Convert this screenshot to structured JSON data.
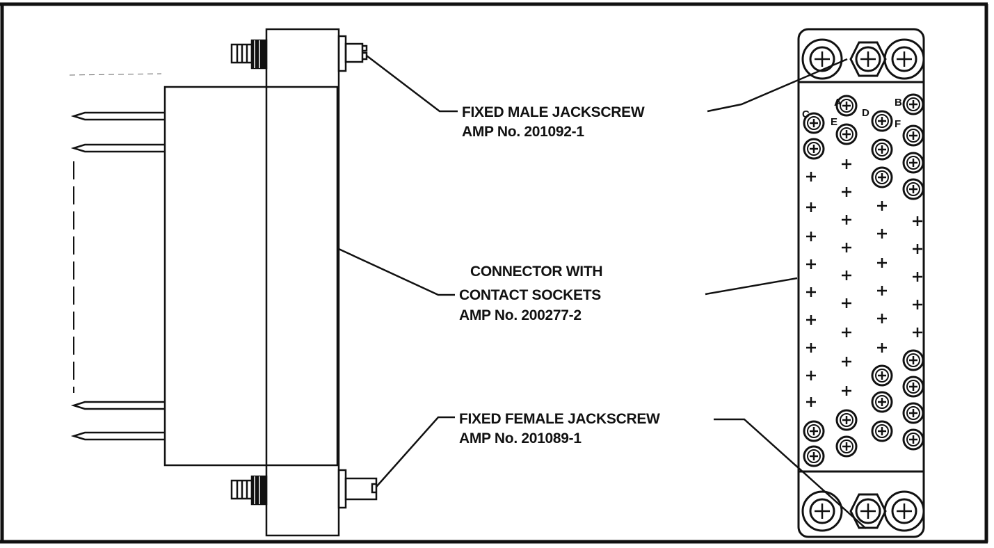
{
  "callouts": {
    "male_jackscrew": {
      "line1": "FIXED MALE JACKSCREW",
      "line2": "AMP No. 201092-1"
    },
    "connector": {
      "line1": "CONNECTOR WITH",
      "line2": "CONTACT SOCKETS",
      "line3": "AMP No. 200277-2"
    },
    "female_jackscrew": {
      "line1": "FIXED FEMALE JACKSCREW",
      "line2": "AMP No. 201089-1"
    }
  },
  "pin_labels": {
    "a": "A",
    "b": "B",
    "c": "C",
    "d": "D",
    "e": "E",
    "f": "F"
  },
  "colors": {
    "ink": "#111111",
    "paper": "#ffffff"
  }
}
